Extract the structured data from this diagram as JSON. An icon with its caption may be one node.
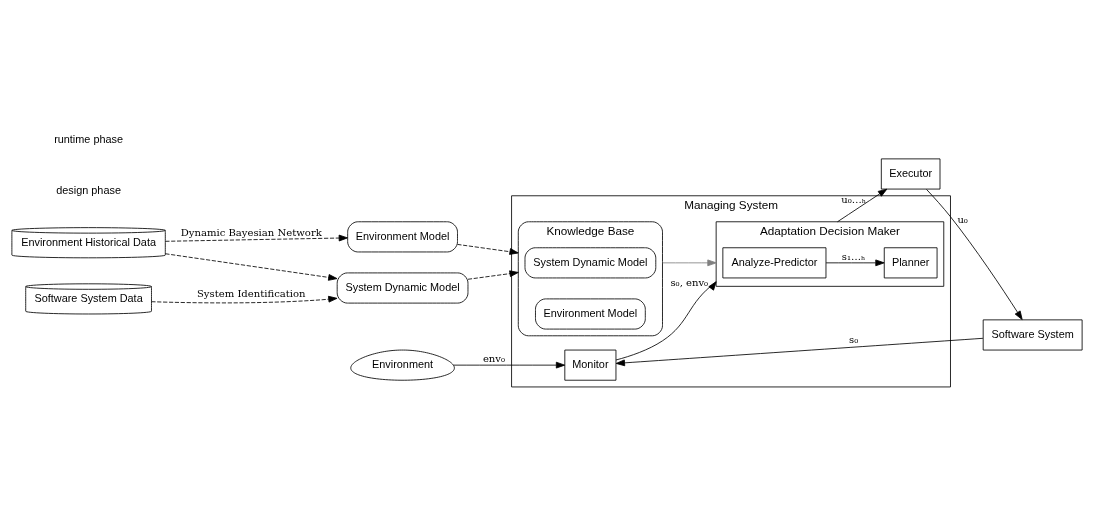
{
  "diagram": {
    "nodes": [
      {
        "text": [
          "System Dynamic Model"
        ]
      },
      {
        "text": [
          "Environment Model"
        ]
      },
      {
        "text": [
          "Software System Data"
        ]
      },
      {
        "text": [
          "Environment Historical Data"
        ]
      },
      {
        "text": [
          "Managing System"
        ]
      },
      {
        "text": [
          "Knowledge Base"
        ],
        "in": 4
      },
      {
        "text": [
          "System Dynamic Model"
        ],
        "in": 5
      },
      {
        "text": [
          "Environment Model"
        ],
        "in": 5
      },
      {
        "text": [
          "Adaptation Decision Maker"
        ],
        "in": 4
      },
      {
        "text": [
          "Analyze-Predictor"
        ],
        "in": 8
      },
      {
        "text": [
          "Planner"
        ],
        "in": 8
      },
      {
        "text": [
          "Monitor"
        ],
        "in": 4
      },
      {
        "text": [
          "Executor"
        ]
      },
      {
        "text": [
          "Software System"
        ]
      },
      {
        "text": [
          "Environment"
        ]
      }
    ],
    "edges": [
      {
        "from": 2,
        "to": 0,
        "arrow": "to",
        "style": "dashed",
        "label": "System Identification"
      },
      {
        "from": 3,
        "to": 0,
        "arrow": "to",
        "style": "dashed"
      },
      {
        "from": 3,
        "to": 1,
        "arrow": "to",
        "style": "dashed",
        "label": "Dynamic Bayesian Network"
      },
      {
        "from": 0,
        "to": 5,
        "arrow": "to",
        "style": "dashed"
      },
      {
        "from": 1,
        "to": 5,
        "arrow": "to",
        "style": "dashed"
      },
      {
        "from": 5,
        "to": 8,
        "arrow": "to",
        "color": "#808080"
      },
      {
        "from": 11,
        "to": 8,
        "arrow": "to",
        "label": "s₀, env₀"
      },
      {
        "from": 9,
        "to": 10,
        "arrow": "to",
        "label": "s₁…ₕ"
      },
      {
        "from": 8,
        "to": 12,
        "arrow": "to",
        "label": "u₀…ₕ"
      },
      {
        "from": 12,
        "to": 13,
        "arrow": "to",
        "label": "u₀"
      },
      {
        "from": 13,
        "to": 11,
        "arrow": "to",
        "label": "s₀"
      },
      {
        "from": 14,
        "to": 11,
        "arrow": "to",
        "label": "env₀"
      }
    ],
    "labels": [
      "design phase",
      "runtime phase"
    ]
  }
}
